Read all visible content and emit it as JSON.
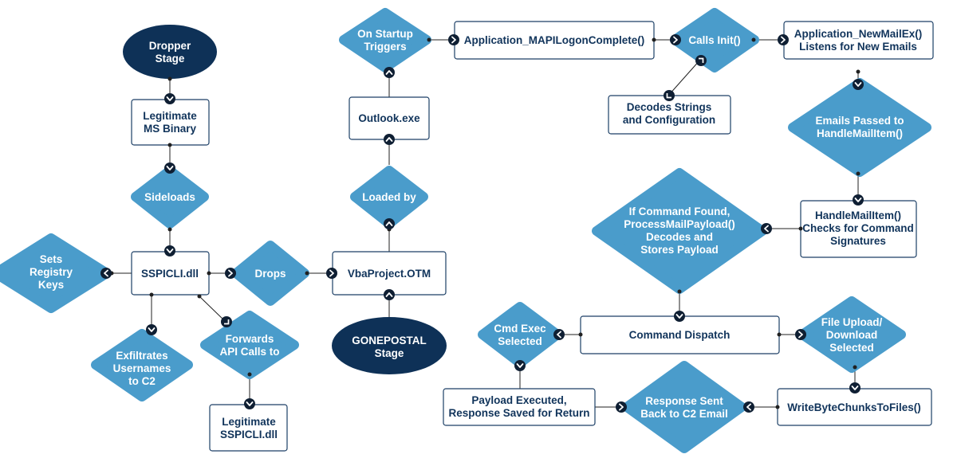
{
  "colors": {
    "navy": "#0e3157",
    "blue": "#4a9ccb",
    "box_border": "#1c3f66",
    "text_dark": "#11345b",
    "text_light": "#ffffff",
    "connector": "#202020"
  },
  "nodes": {
    "dropper": [
      "Dropper",
      "Stage"
    ],
    "legit_ms": [
      "Legitimate",
      "MS Binary"
    ],
    "sideloads": [
      "Sideloads"
    ],
    "sspicli": [
      "SSPICLI.dll"
    ],
    "registry": [
      "Sets",
      "Registry",
      "Keys"
    ],
    "exfil": [
      "Exfiltrates",
      "Usernames",
      "to C2"
    ],
    "forwards": [
      "Forwards",
      "API Calls to"
    ],
    "legit_sspicli": [
      "Legitimate",
      "SSPICLI.dll"
    ],
    "drops": [
      "Drops"
    ],
    "vba": [
      "VbaProject.OTM"
    ],
    "gonepostal": [
      "GONEPOSTAL",
      "Stage"
    ],
    "loaded": [
      "Loaded by"
    ],
    "outlook": [
      "Outlook.exe"
    ],
    "startup": [
      "On Startup",
      "Triggers"
    ],
    "mapi": [
      "Application_MAPILogonComplete()"
    ],
    "init": [
      "Calls Init()"
    ],
    "decodes": [
      "Decodes Strings",
      "and Configuration"
    ],
    "newmail": [
      "Application_NewMailEx()",
      "Listens for New Emails"
    ],
    "emails": [
      "Emails Passed to",
      "HandleMailItem()"
    ],
    "handle": [
      "HandleMailItem()",
      "Checks for Command",
      "Signatures"
    ],
    "command_found": [
      "If Command Found,",
      "ProcessMailPayload()",
      "Decodes and",
      "Stores Payload"
    ],
    "dispatch": [
      "Command Dispatch"
    ],
    "cmdexec": [
      "Cmd Exec",
      "Selected"
    ],
    "fileupload": [
      "File Upload/",
      "Download",
      "Selected"
    ],
    "payload": [
      "Payload Executed,",
      "Response Saved for Return"
    ],
    "response": [
      "Response Sent",
      "Back to C2 Email"
    ],
    "writebyte": [
      "WriteByteChunksToFiles()"
    ]
  }
}
